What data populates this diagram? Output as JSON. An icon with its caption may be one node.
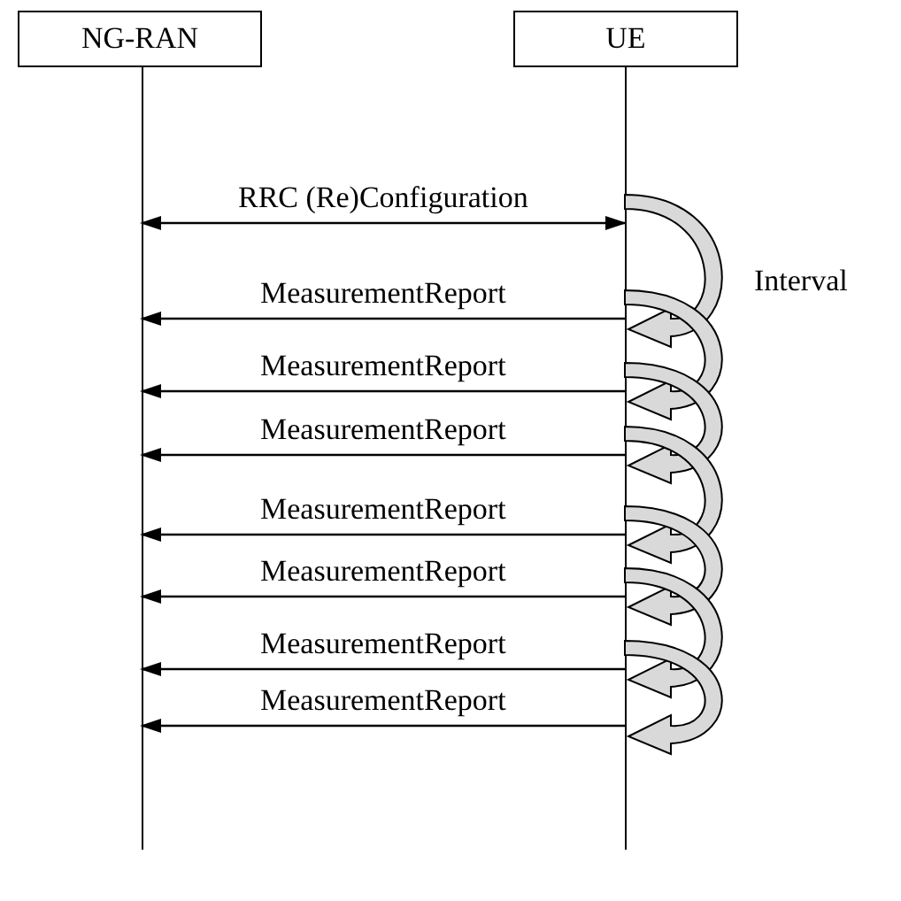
{
  "diagram": {
    "nodes": [
      {
        "text": [
          "NG-RAN"
        ]
      },
      {
        "text": [
          "UE"
        ]
      }
    ],
    "edges": [
      {
        "from": 1,
        "to": 0,
        "arrow": "both",
        "label": "RRC (Re)Configuration"
      },
      {
        "from": 1,
        "to": 0,
        "arrow": "to",
        "label": "MeasurementReport"
      },
      {
        "from": 1,
        "to": 0,
        "arrow": "to",
        "label": "MeasurementReport"
      },
      {
        "from": 1,
        "to": 0,
        "arrow": "to",
        "label": "MeasurementReport"
      },
      {
        "from": 1,
        "to": 0,
        "arrow": "to",
        "label": "MeasurementReport"
      },
      {
        "from": 1,
        "to": 0,
        "arrow": "to",
        "label": "MeasurementReport"
      },
      {
        "from": 1,
        "to": 0,
        "arrow": "to",
        "label": "MeasurementReport"
      },
      {
        "from": 1,
        "to": 0,
        "arrow": "to",
        "label": "MeasurementReport"
      }
    ],
    "labels": [
      "Interval"
    ]
  }
}
